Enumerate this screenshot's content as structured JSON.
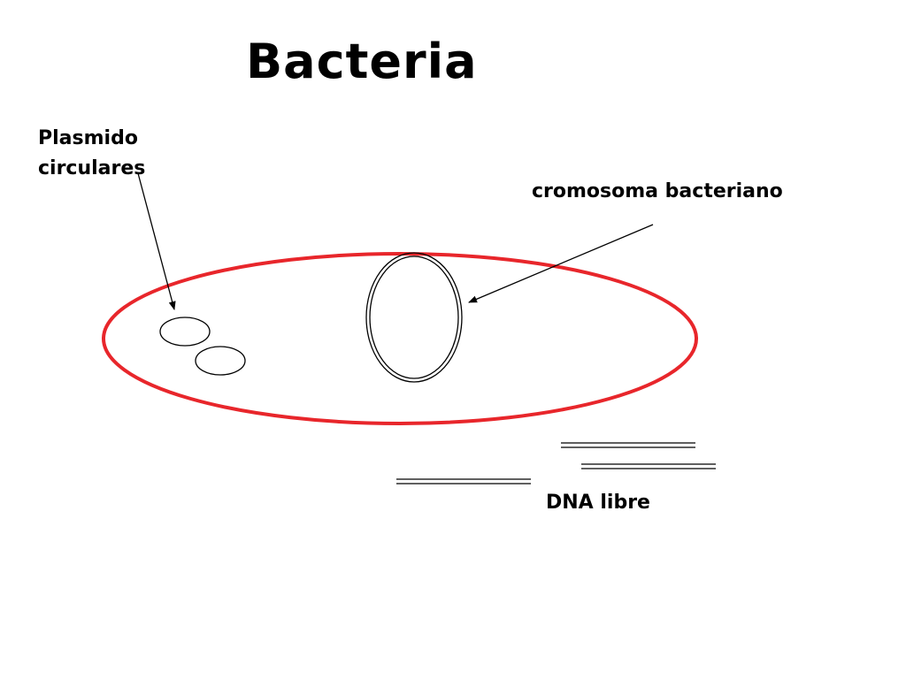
{
  "title": "Bacteria",
  "labels": {
    "plasmid_line1": "Plasmido",
    "plasmid_line2": "circulares",
    "chromosome": "cromosoma bacteriano",
    "free_dna": "DNA libre"
  },
  "colors": {
    "cell_membrane": "#e8262b",
    "outline": "#000000",
    "background": "#ffffff"
  }
}
